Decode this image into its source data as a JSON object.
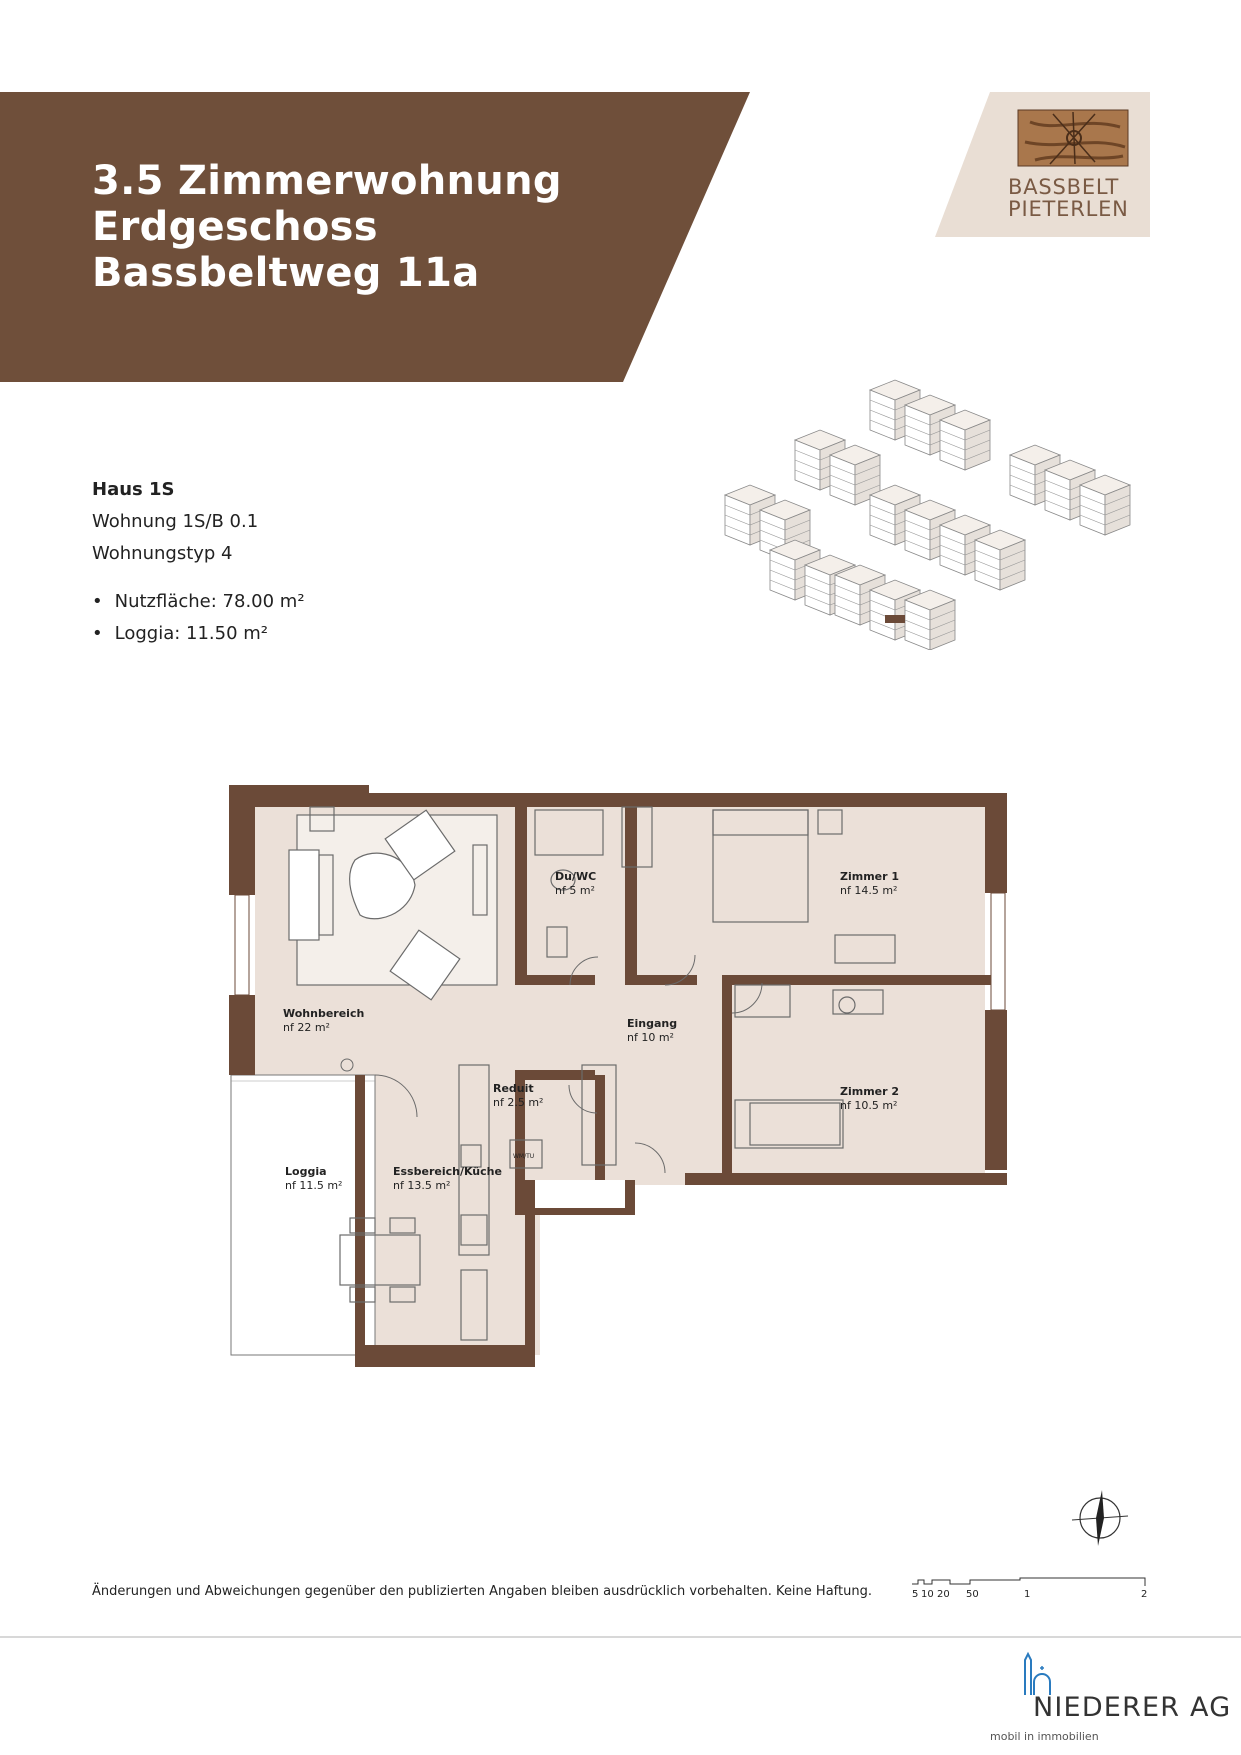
{
  "header": {
    "title_line1": "3.5 Zimmerwohnung",
    "title_line2": "Erdgeschoss",
    "title_line3": "Bassbeltweg 11a",
    "banner_color": "#6f4f3a"
  },
  "brand": {
    "line1": "BASSBELT",
    "line2": "PIETERLEN",
    "panel_color": "#e9ded4"
  },
  "info": {
    "house": "Haus 1S",
    "unit": "Wohnung 1S/B 0.1",
    "type": "Wohnungstyp 4",
    "features": [
      "Nutzfläche: 78.00 m²",
      "Loggia: 11.50 m²"
    ]
  },
  "floorplan": {
    "wall_color": "#6b4a38",
    "floor_color": "#ebe0d8",
    "rooms": [
      {
        "name": "Wohnbereich",
        "area": "nf 22 m²"
      },
      {
        "name": "Du/WC",
        "area": "nf 5 m²"
      },
      {
        "name": "Zimmer 1",
        "area": "nf 14.5 m²"
      },
      {
        "name": "Eingang",
        "area": "nf 10 m²"
      },
      {
        "name": "Zimmer 2",
        "area": "nf 10.5 m²"
      },
      {
        "name": "Reduit",
        "area": "nf 2.5 m²"
      },
      {
        "name": "Loggia",
        "area": "nf 11.5 m²"
      },
      {
        "name": "Essbereich/Küche",
        "area": "nf 13.5 m²"
      }
    ],
    "appliance_label": "WM/TU"
  },
  "disclaimer": "Änderungen und Abweichungen gegenüber den publizierten Angaben bleiben ausdrücklich vorbehalten. Keine Haftung.",
  "scale": {
    "labels": [
      "5",
      "10",
      "20",
      "50",
      "1",
      "2"
    ]
  },
  "footer": {
    "company": "NIEDERER AG",
    "tagline": "mobil in immobilien"
  }
}
